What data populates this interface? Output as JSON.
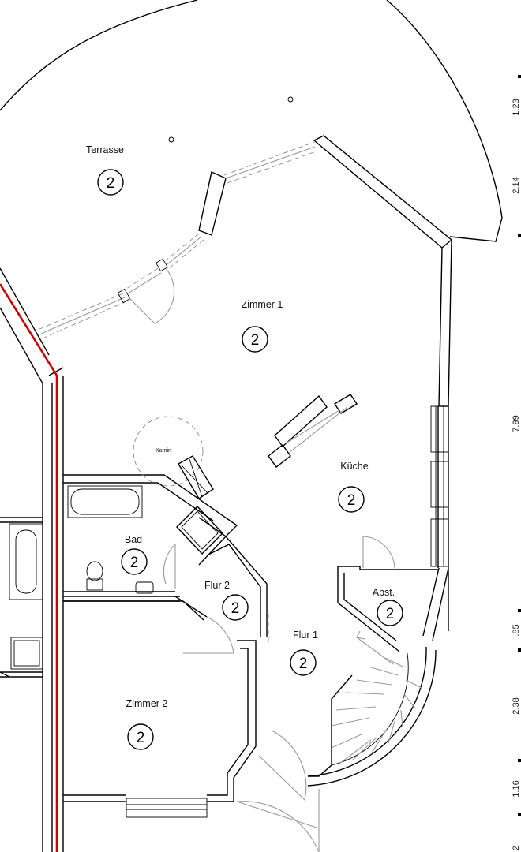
{
  "rooms": {
    "terrasse": {
      "label": "Terrasse",
      "number": "2"
    },
    "zimmer1": {
      "label": "Zimmer 1",
      "number": "2"
    },
    "kueche": {
      "label": "Küche",
      "number": "2"
    },
    "bad": {
      "label": "Bad",
      "number": "2"
    },
    "flur2": {
      "label": "Flur 2",
      "number": "2"
    },
    "flur1": {
      "label": "Flur 1",
      "number": "2"
    },
    "abst": {
      "label": "Abst.",
      "number": "2"
    },
    "zimmer2": {
      "label": "Zimmer 2",
      "number": "2"
    }
  },
  "fixtures": {
    "kamin": "Kamin"
  },
  "dimensions": [
    "1.23",
    "2.14",
    "7.99",
    ".85",
    "2.38",
    "1.16",
    "2"
  ]
}
